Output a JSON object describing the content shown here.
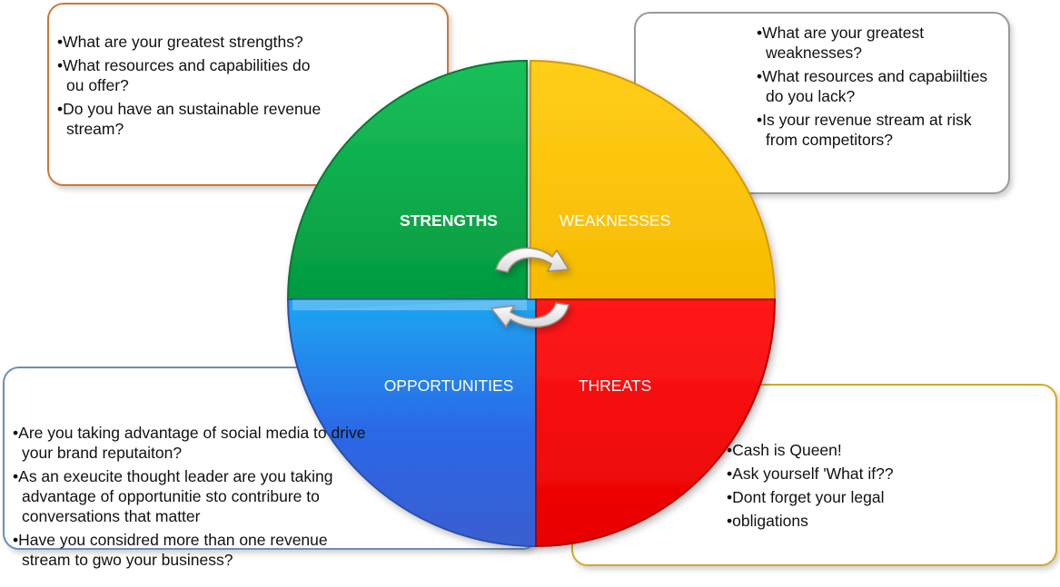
{
  "quadrants": {
    "strengths": {
      "label": "STRENGTHS",
      "color": "#08b04c",
      "bullets": [
        "What are your greatest strengths?",
        "What resources and capabilities do ou offer?",
        "Do you have an sustainable revenue stream?"
      ]
    },
    "weaknesses": {
      "label": "WEAKNESSES",
      "color": "#ffc400",
      "bullets": [
        "What are your greatest weaknesses?",
        "What resources and capabiilties do you lack?",
        "Is your revenue stream at risk from competitors?"
      ]
    },
    "opportunities": {
      "label": "OPPORTUNITIES",
      "color": "#2f6fe4",
      "bullets": [
        "Are you taking advantage of social media to drive your brand reputaiton?",
        "As an exeucite thought leader are you taking advantage of opportunitie sto contribure to conversations that matter",
        "Have you considred more than one revenue stream to gwo your business?"
      ]
    },
    "threats": {
      "label": "THREATS",
      "color": "#ff0000",
      "bullets": [
        "Cash is Queen!",
        "Ask yourself 'What if??",
        "Dont forget your legal",
        "obligations"
      ]
    }
  }
}
